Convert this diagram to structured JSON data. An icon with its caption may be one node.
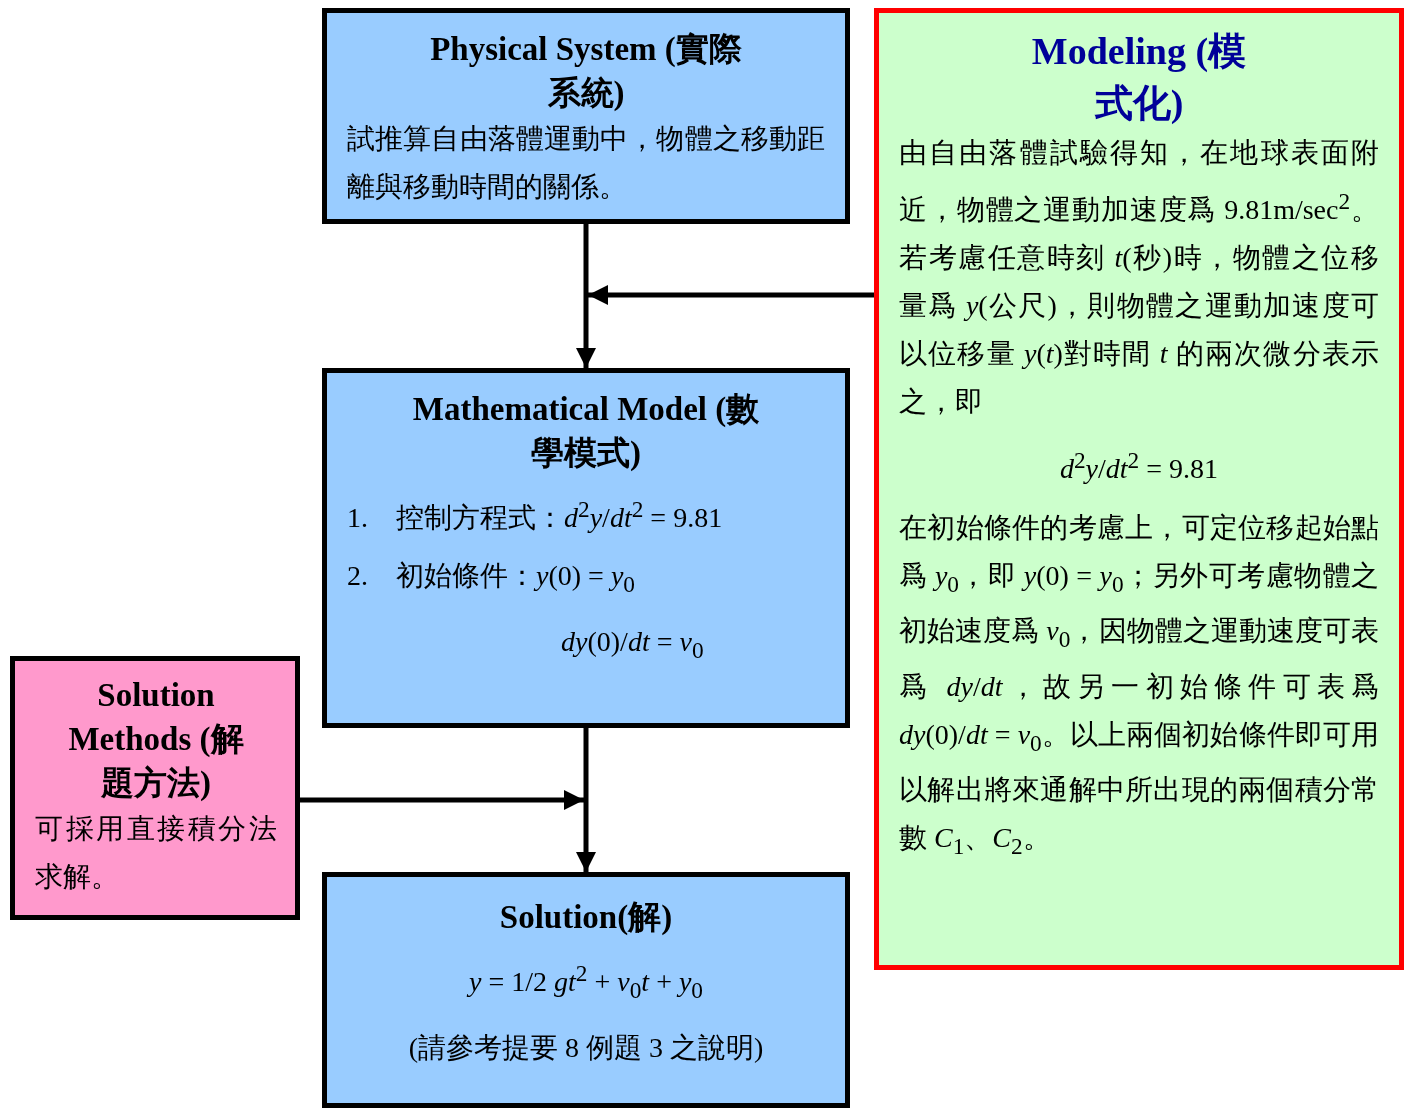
{
  "diagram": {
    "nodes": [
      {
        "text": [
          "Physical System (實際系統)",
          "試推算自由落體運動中，物體之移動距離與移動時間的關係。"
        ]
      },
      {
        "text": [
          "Modeling (模式化)",
          "由自由落體試驗得知，在地球表面附近，物體之運動加速度爲 9.81m/sec$^{2}$。若考慮任意時刻 *t*(秒)時，物體之位移量爲 *y*(公尺)，則物體之運動加速度可以位移量 *y*(*t*)對時間 *t* 的兩次微分表示之，即",
          "*d*$^{2}$*y*/*dt*$^{2}$ = 9.81",
          "在初始條件的考慮上，可定位移起始點爲 *y*$_{0}$，即 *y*(0) = *y*$_{0}$；另外可考慮物體之初始速度爲 *v*$_{0}$，因物體之運動速度可表爲 *dy*/*dt*，故另一初始條件可表爲 *dy*(0)/*dt* = *v*$_{0}$。以上兩個初始條件即可用以解出將來通解中所出現的兩個積分常數 *C*$_{1}$、*C*$_{2}$。"
        ]
      },
      {
        "text": [
          "Mathematical Model (數學模式)",
          "1.　控制方程式：*d*$^{2}$*y*/*dt*$^{2}$ = 9.81",
          "2.　初始條件：*y*(0) = *y*$_{0}$",
          "*dy*(0)/*dt* = *v*$_{0}$"
        ]
      },
      {
        "text": [
          "Solution Methods (解題方法)",
          "可採用直接積分法求解。"
        ]
      },
      {
        "text": [
          "Solution(解)",
          "*y* = 1/2 *gt*$^{2}$ + *v*$_{0}$*t* + *y*$_{0}$",
          "(請參考提要 8 例題 3 之說明)"
        ]
      }
    ],
    "edges": [
      {
        "from": 0,
        "to": 2,
        "arrow": "to"
      },
      {
        "from": 1,
        "to": null,
        "arrow": "to"
      },
      {
        "from": 2,
        "to": 4,
        "arrow": "to"
      },
      {
        "from": 3,
        "to": null,
        "arrow": "to"
      }
    ]
  }
}
